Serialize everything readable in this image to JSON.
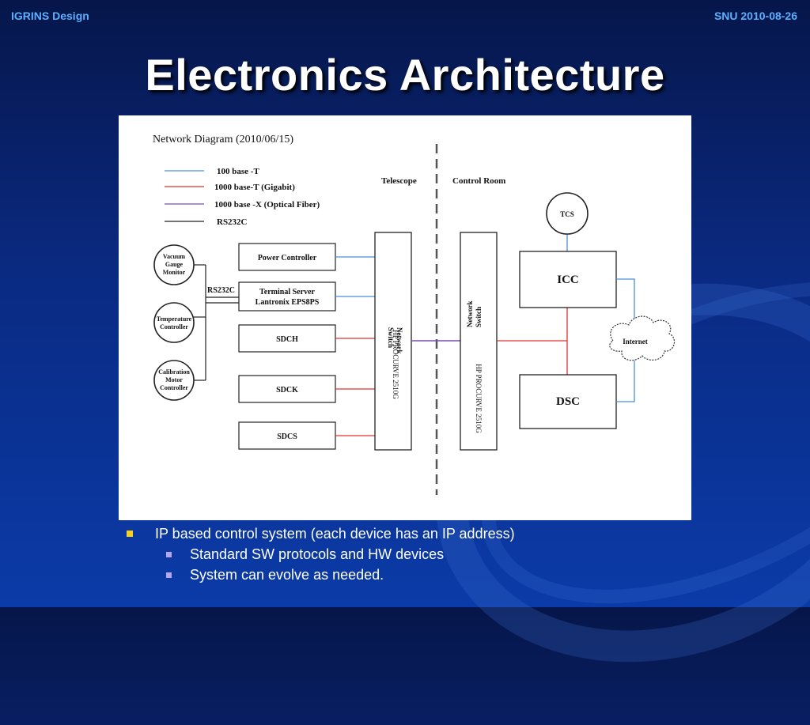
{
  "header": {
    "left": "IGRINS Design",
    "right": "SNU 2010-08-26"
  },
  "slide": {
    "title": "Electronics Architecture"
  },
  "diagram": {
    "heading": "Network Diagram (2010/06/15)",
    "legend": [
      {
        "label": "100 base -T",
        "color": "#4a90d9"
      },
      {
        "label": "1000 base-T (Gigabit)",
        "color": "#e03030"
      },
      {
        "label": "1000 base -X (Optical Fiber)",
        "color": "#7a4fb5"
      },
      {
        "label": "RS232C",
        "color": "#222222"
      }
    ],
    "region_telescope": "Telescope",
    "region_control": "Control Room",
    "rs232c_label": "RS232C",
    "circles": {
      "vacuum": [
        "Vacuum",
        "Gauge",
        "Monitor"
      ],
      "temperature": [
        "Temperature",
        "Controller"
      ],
      "calibration": [
        "Calibration",
        "Motor",
        "Controller"
      ],
      "tcs": "TCS",
      "internet": "Internet"
    },
    "boxes": {
      "power": "Power Controller",
      "terminal_line1": "Terminal Server",
      "terminal_line2": "Lantronix EPS8PS",
      "sdch": "SDCH",
      "sdck": "SDCK",
      "sdcs": "SDCS",
      "icc": "ICC",
      "dsc": "DSC"
    },
    "switch_left": {
      "line1": "Network",
      "line2": "Switch",
      "model": "HP PROCURVE 2510G"
    },
    "switch_right": {
      "line1": "Network",
      "line2": "Switch",
      "model": "HP PROCURVE 2510G"
    }
  },
  "bullets": {
    "main": "IP based control system (each device has an IP address)",
    "sub": [
      "Standard SW protocols and HW devices",
      "System can evolve as needed."
    ]
  }
}
